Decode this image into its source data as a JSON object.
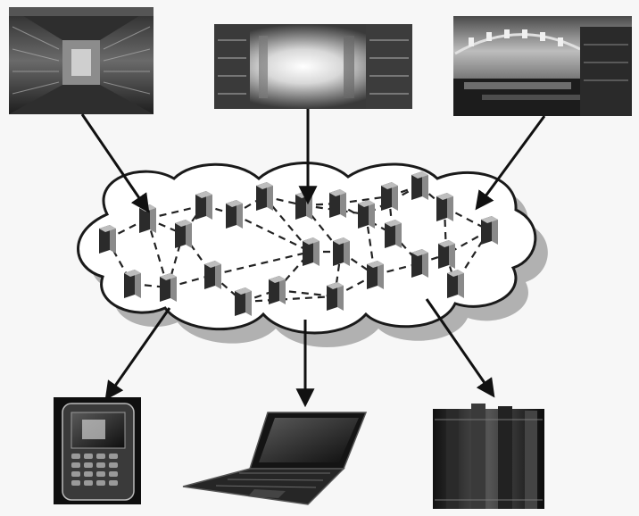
{
  "diagram": {
    "kind": "cloud-library-network",
    "background": "#f7f7f7",
    "colors": {
      "cloud_fill": "#ffffff",
      "cloud_stroke": "#1a1a1a",
      "cloud_shadow": "#9a9a9a",
      "arrow": "#111111",
      "server_dark": "#2b2b2b",
      "server_light": "#8a8a8a",
      "link_dash": "#222222"
    },
    "sources": [
      {
        "id": "library-photo-1",
        "icon": "library-stacks-photo"
      },
      {
        "id": "library-photo-2",
        "icon": "library-aisle-photo"
      },
      {
        "id": "library-photo-3",
        "icon": "library-reading-room-photo"
      }
    ],
    "cloud": {
      "icon": "cloud-network",
      "server_icon": "server-tower-icon",
      "server_count": 26,
      "link_style": "dashed"
    },
    "clients": [
      {
        "id": "smartphone",
        "icon": "smartphone-icon"
      },
      {
        "id": "laptop",
        "icon": "laptop-icon"
      },
      {
        "id": "server-rack",
        "icon": "server-rack-icon"
      }
    ]
  }
}
